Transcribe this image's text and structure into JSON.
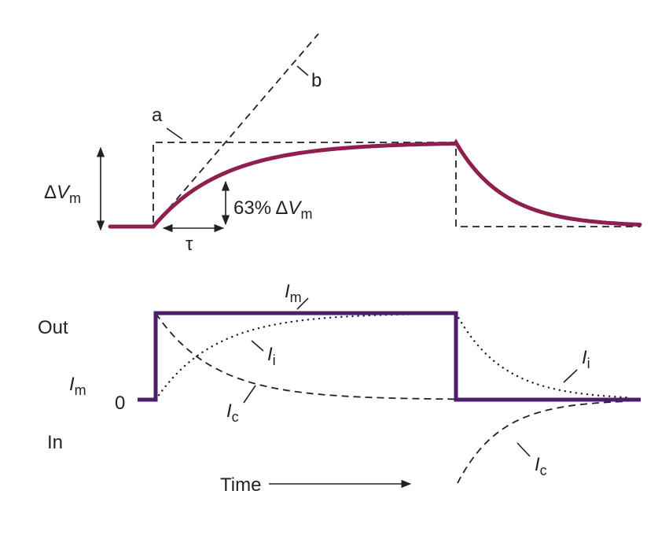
{
  "colors": {
    "voltage": "#8e1f4f",
    "current": "#4f1c6e"
  },
  "top": {
    "label_a": "a",
    "label_b": "b",
    "delta": "Δ",
    "v": "V",
    "m": "m",
    "pct": "63% ",
    "tau": "τ"
  },
  "bottom": {
    "out": "Out",
    "in": "In",
    "zero": "0",
    "i": "I",
    "m": "m",
    "c": "c",
    "isub": "i"
  },
  "time": "Time"
}
